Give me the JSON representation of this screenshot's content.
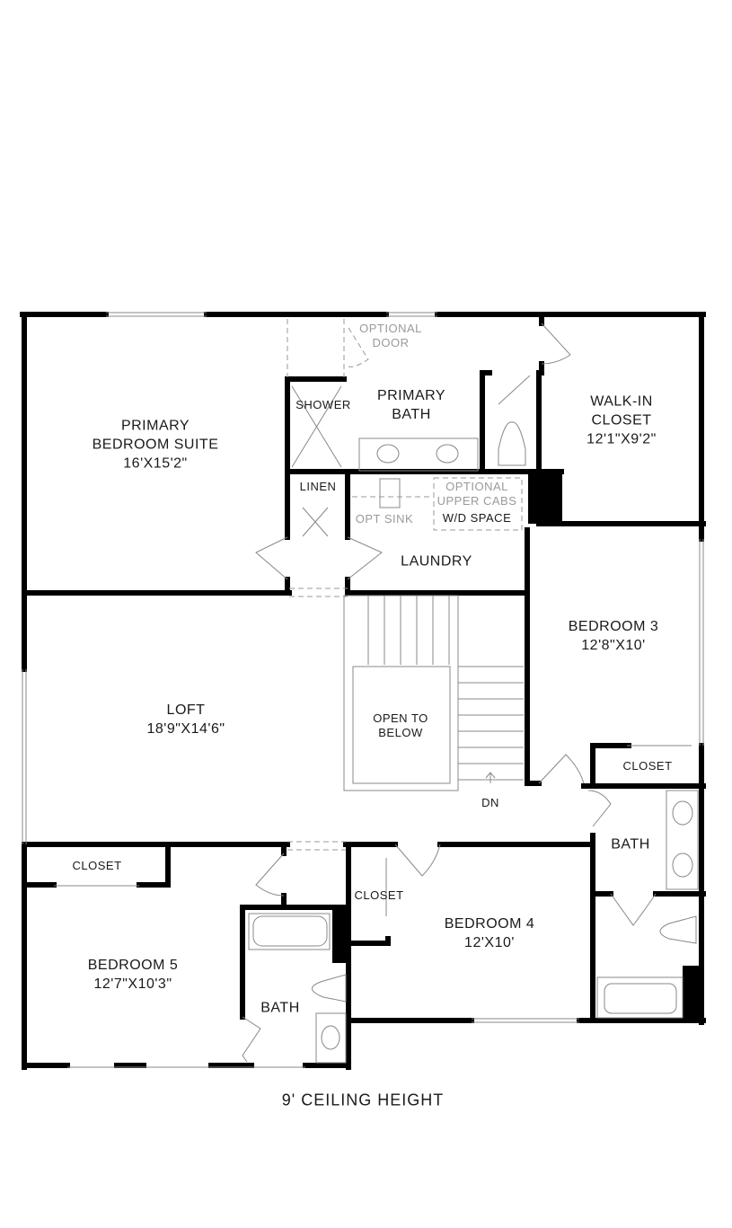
{
  "rooms": {
    "primary_suite": {
      "name": "PRIMARY BEDROOM SUITE",
      "line1": "PRIMARY",
      "line2": "BEDROOM SUITE",
      "size": "16'X15'2\""
    },
    "primary_bath": {
      "line1": "PRIMARY",
      "line2": "BATH"
    },
    "walk_in": {
      "line1": "WALK-IN",
      "line2": "CLOSET",
      "size": "12'1\"X9'2\""
    },
    "loft": {
      "name": "LOFT",
      "size": "18'9\"X14'6\""
    },
    "bedroom3": {
      "name": "BEDROOM 3",
      "size": "12'8\"X10'"
    },
    "bedroom4": {
      "name": "BEDROOM 4",
      "size": "12'X10'"
    },
    "bedroom5": {
      "name": "BEDROOM 5",
      "size": "12'7\"X10'3\""
    },
    "laundry": "LAUNDRY",
    "open_below": {
      "line1": "OPEN TO",
      "line2": "BELOW"
    }
  },
  "labels": {
    "shower": "SHOWER",
    "linen": "LINEN",
    "optional_door_1": "OPTIONAL",
    "optional_door_2": "DOOR",
    "opt_sink": "OPT SINK",
    "optional_cabs_1": "OPTIONAL",
    "optional_cabs_2": "UPPER CABS",
    "wd_space": "W/D SPACE",
    "closet": "CLOSET",
    "bath": "BATH",
    "dn": "DN"
  },
  "footer": "9' CEILING HEIGHT"
}
